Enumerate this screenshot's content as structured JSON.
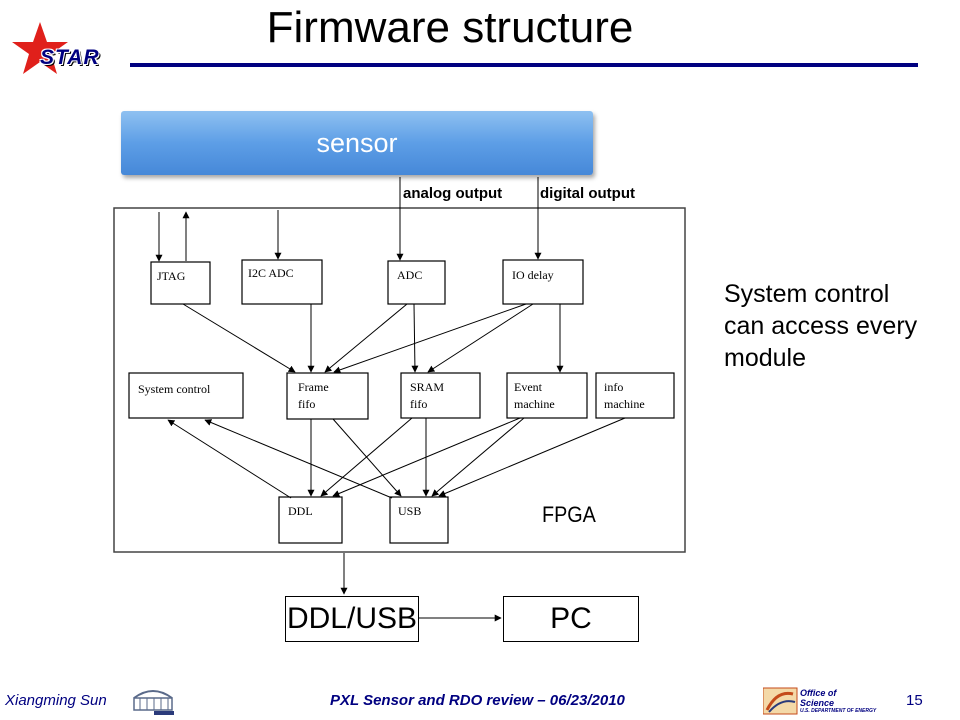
{
  "slide": {
    "title": "Firmware structure",
    "logo_text": "STAR",
    "sensor_label": "sensor",
    "analog_label": "analog output",
    "digital_label": "digital output",
    "modules": {
      "jtag": "JTAG",
      "i2c_adc": "I2C ADC",
      "adc": "ADC",
      "io_delay": "IO delay",
      "system_control": "System control",
      "frame_fifo": [
        "Frame",
        "fifo"
      ],
      "sram_fifo": [
        "SRAM",
        "fifo"
      ],
      "event_machine": [
        "Event",
        "machine"
      ],
      "info_machine": [
        "info",
        "machine"
      ],
      "ddl": "DDL",
      "usb": "USB",
      "fpga": "FPGA"
    },
    "side_note": "System control can access every module",
    "ddl_usb_label": "DDL/USB",
    "pc_label": "PC"
  },
  "footer": {
    "author": "Xiangming Sun",
    "event": "PXL Sensor and RDO review – 06/23/2010",
    "page": "15",
    "doe_line1": "Office of",
    "doe_line2": "Science",
    "doe_line3": "U.S. DEPARTMENT OF ENERGY"
  },
  "colors": {
    "accent": "#000080",
    "star_red": "#e0201b",
    "sensor_blue": "#5d9ee6"
  }
}
